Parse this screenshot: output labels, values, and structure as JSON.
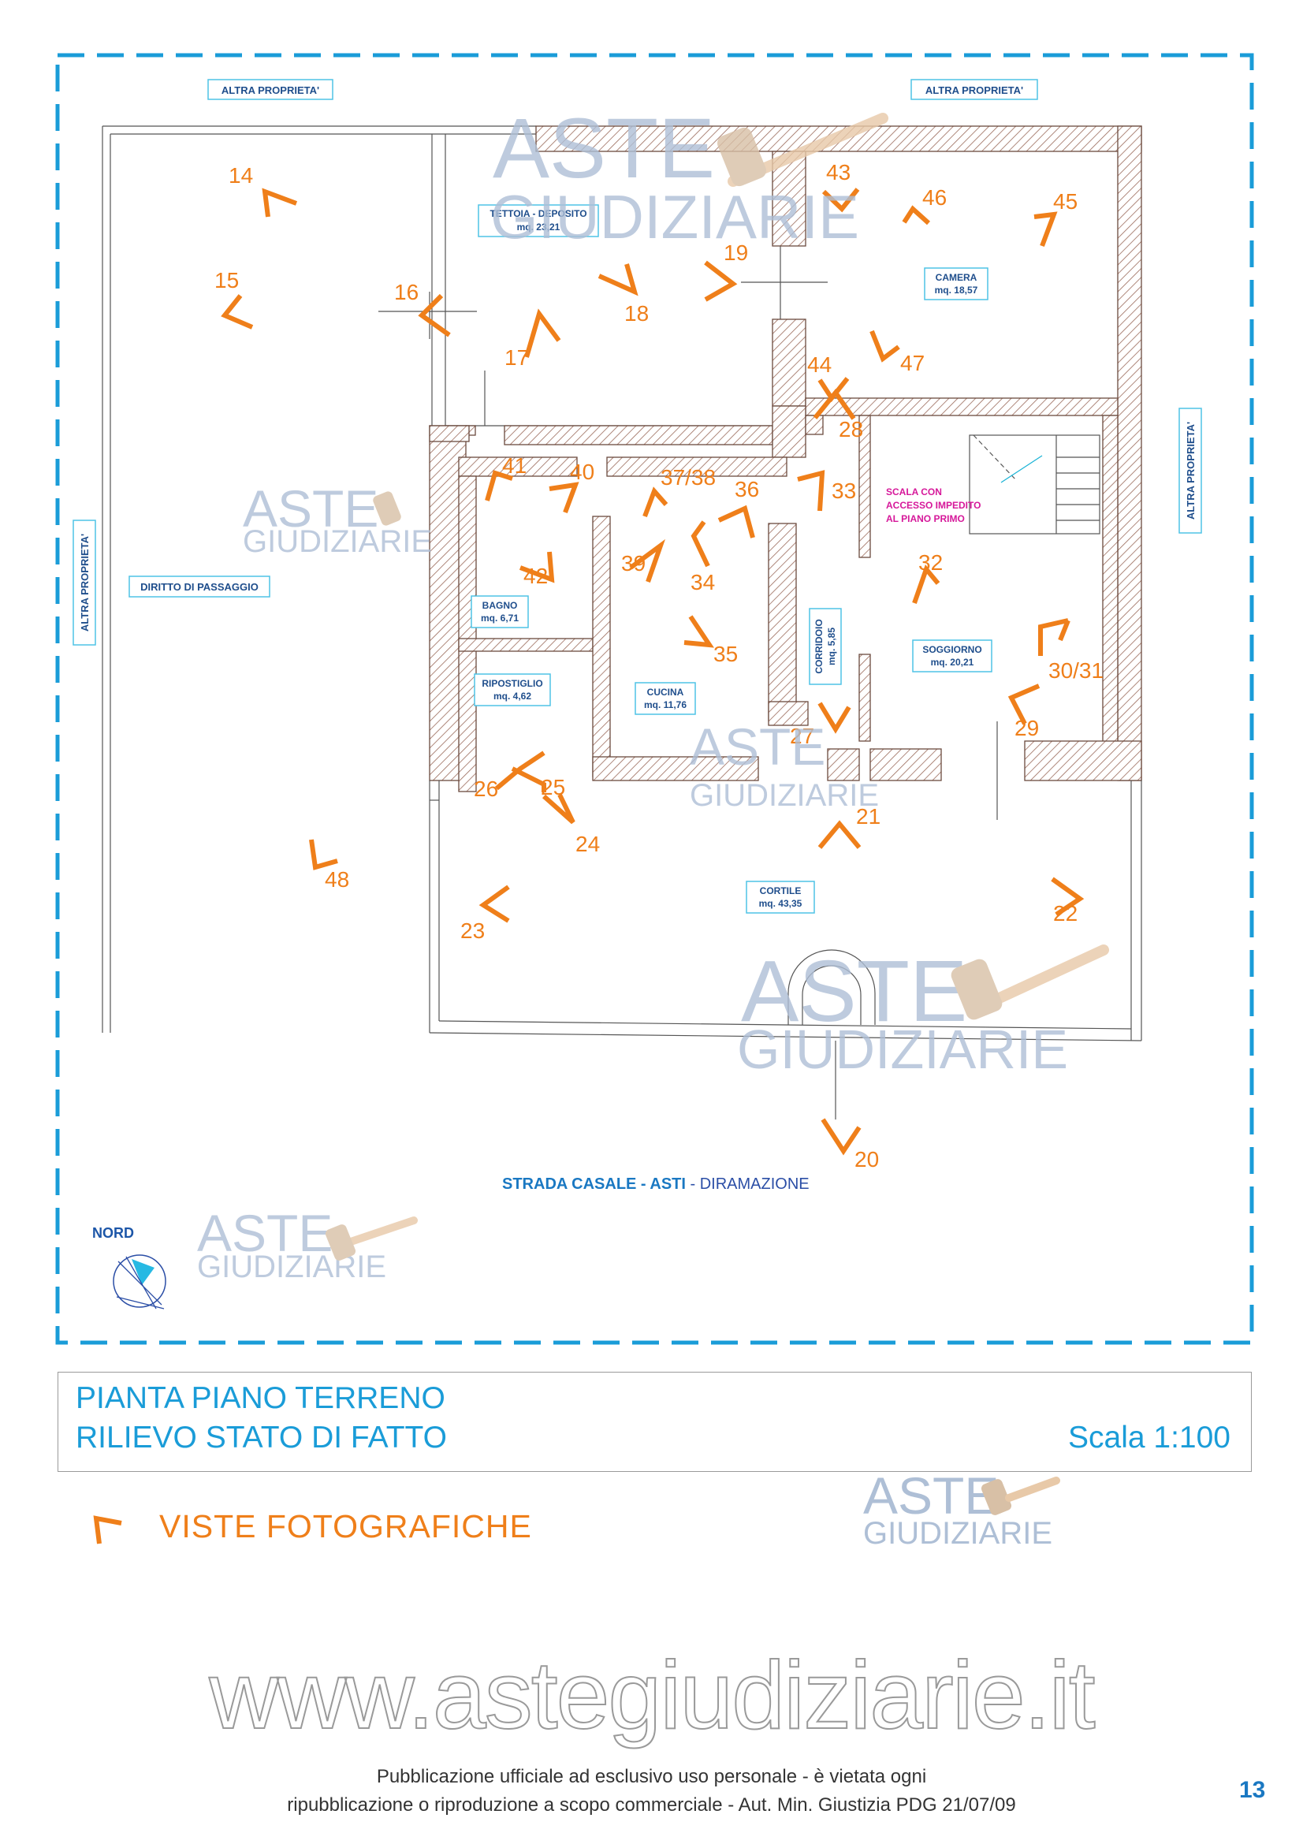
{
  "neighbors": {
    "top_left": "ALTRA PROPRIETA'",
    "top_right": "ALTRA PROPRIETA'",
    "left": "ALTRA PROPRIETA'",
    "right": "ALTRA PROPRIETA'"
  },
  "passage": "DIRITTO DI PASSAGGIO",
  "rooms": {
    "tettoia": {
      "name": "TETTOIA - DEPOSITO",
      "area": "mq. 23,21"
    },
    "camera": {
      "name": "CAMERA",
      "area": "mq. 18,57"
    },
    "bagno": {
      "name": "BAGNO",
      "area": "mq. 6,71"
    },
    "ripostiglio": {
      "name": "RIPOSTIGLIO",
      "area": "mq. 4,62"
    },
    "cucina": {
      "name": "CUCINA",
      "area": "mq. 11,76"
    },
    "corridoio": {
      "name": "CORRIDOIO",
      "area": "mq. 5,85"
    },
    "soggiorno": {
      "name": "SOGGIORNO",
      "area": "mq. 20,21"
    },
    "cortile": {
      "name": "CORTILE",
      "area": "mq. 43,35"
    }
  },
  "stair_note": [
    "SCALA CON",
    "ACCESSO IMPEDITO",
    "AL PIANO PRIMO"
  ],
  "street": {
    "main": "STRADA  CASALE - ASTI",
    "sub": " - DIRAMAZIONE"
  },
  "north_label": "NORD",
  "photo_views": [
    "14",
    "15",
    "16",
    "17",
    "18",
    "19",
    "20",
    "21",
    "22",
    "23",
    "24",
    "25",
    "26",
    "27",
    "28",
    "29",
    "30/31",
    "32",
    "33",
    "34",
    "35",
    "36",
    "37/38",
    "39",
    "40",
    "41",
    "42",
    "43",
    "44",
    "45",
    "46",
    "47",
    "48"
  ],
  "watermark": {
    "line1": "ASTE",
    "line2": "GIUDIZIARIE"
  },
  "title": {
    "line1": "PIANTA PIANO TERRENO",
    "line2": "RILIEVO STATO DI FATTO",
    "scale": "Scala 1:100"
  },
  "legend": {
    "label": "VISTE  FOTOGRAFICHE"
  },
  "site_url": "www.astegiudiziarie.it",
  "footer": {
    "line1": "Pubblicazione ufficiale ad esclusivo uso personale - è vietata ogni",
    "line2": "ripubblicazione o riproduzione a scopo commerciale - Aut. Min. Giustizia PDG 21/07/09"
  },
  "page_number": "13",
  "colors": {
    "orange": "#ef7f1a",
    "boundary": "#1a9cd8",
    "label_blue": "#1c56a8",
    "magenta": "#d6189a",
    "wall": "#8a5a4a"
  }
}
